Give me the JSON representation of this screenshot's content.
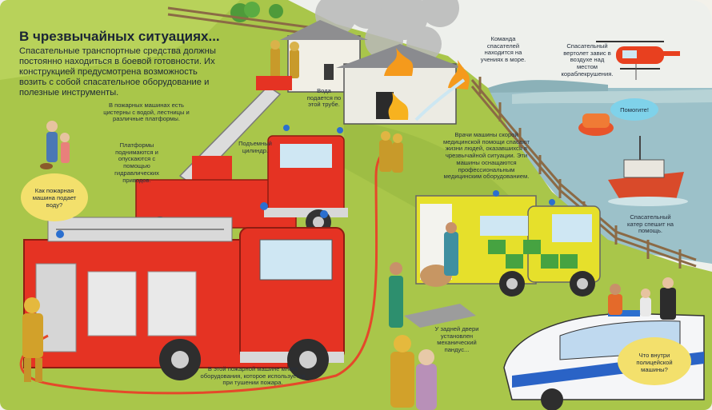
{
  "heading": "В чрезвычайных ситуациях...",
  "intro": "Спасательные транспортные средства должны постоянно находиться в боевой готовности. Их конструкцией предусмотрена возможность возить с собой спасательное оборудование и полезные инструменты.",
  "captions": {
    "tanks": "В пожарных машинах есть цистерны с водой, лестницы и различные платформы.",
    "platforms": "Платформы поднимаются и опускаются с помощью гидравлических приводов.",
    "cylinder": "Подъемный цилиндр.",
    "water_pipe": "Вода подается по этой трубе.",
    "team": "Команда спасателей находится на учениях в море.",
    "helicopter": "Спасательный вертолет завис в воздухе над местом кораблекрушения.",
    "doctors": "Врачи машины скорой медицинской помощи спасают жизни людей, оказавшихся в чрезвычайной ситуации. Эти машины оснащаются профессиональным медицинским оборудованием.",
    "boat": "Спасательный катер спешит на помощь.",
    "ramp": "У задней двери установлен механический пандус...",
    "equipment": "В этой пожарной машине много оборудования, которое используется при тушении пожара."
  },
  "bubbles": {
    "water_question": "Как пожарная машина подает воду?",
    "help": "Помогите!",
    "police_question": "Что внутри полицейской машины?"
  },
  "colors": {
    "grass": "#a9c64a",
    "sea": "#9cc1c9",
    "fire_truck": "#e53323",
    "ambulance_yellow": "#e6e02b",
    "ambulance_green": "#46a341",
    "police_blue": "#2a63c6",
    "bubble_yellow": "#f3e06c",
    "bubble_blue": "#7fd2ea"
  },
  "icons": [
    "fire-truck",
    "ambulance",
    "police-car",
    "helicopter",
    "lifeboat",
    "life-raft",
    "house-fire",
    "firefighter",
    "fence",
    "tree"
  ]
}
